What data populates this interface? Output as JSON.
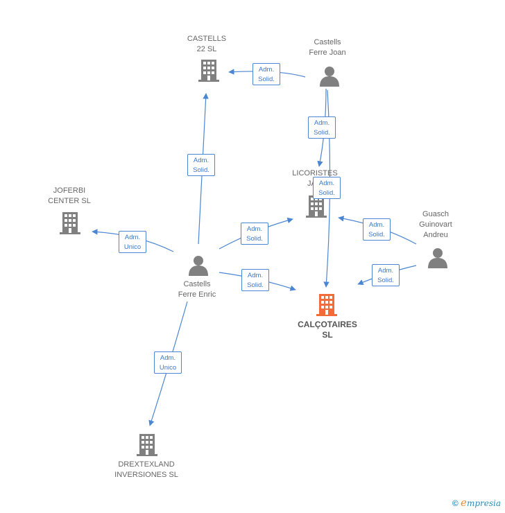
{
  "nodes": {
    "castells22": {
      "label": "CASTELLS\n22 SL",
      "type": "company"
    },
    "castellsJoan": {
      "label": "Castells\nFerre Joan",
      "type": "person"
    },
    "licoristes": {
      "label": "LICORISTES\nJA...",
      "type": "company"
    },
    "joferbi": {
      "label": "JOFERBI\nCENTER SL",
      "type": "company"
    },
    "guasch": {
      "label": "Guasch\nGuinovart\nAndreu",
      "type": "person"
    },
    "castellsEnric": {
      "label": "Castells\nFerre Enric",
      "type": "person"
    },
    "calcotaires": {
      "label": "CALÇOTAIRES\nSL",
      "type": "company",
      "highlight": true
    },
    "drextexland": {
      "label": "DREXTEXLAND\nINVERSIONES SL",
      "type": "company"
    }
  },
  "edges": [
    {
      "id": "e1",
      "label": "Adm.\nSolid."
    },
    {
      "id": "e2",
      "label": "Adm.\nSolid."
    },
    {
      "id": "e3",
      "label": "Adm.\nSolid."
    },
    {
      "id": "e4",
      "label": "Adm.\nSolid."
    },
    {
      "id": "e5",
      "label": "Adm.\nUnico"
    },
    {
      "id": "e6",
      "label": "Adm.\nSolid."
    },
    {
      "id": "e7",
      "label": "Adm.\nSolid."
    },
    {
      "id": "e8",
      "label": "Adm.\nSolid."
    },
    {
      "id": "e9",
      "label": "Adm.\nSolid."
    },
    {
      "id": "e10",
      "label": "Adm.\nUnico"
    }
  ],
  "colors": {
    "edge": "#4a86d2",
    "company": "#808080",
    "highlight": "#f26b3a",
    "person": "#808080"
  },
  "footer": {
    "copyright": "©",
    "brand_e": "e",
    "brand_rest": "mpresia"
  }
}
